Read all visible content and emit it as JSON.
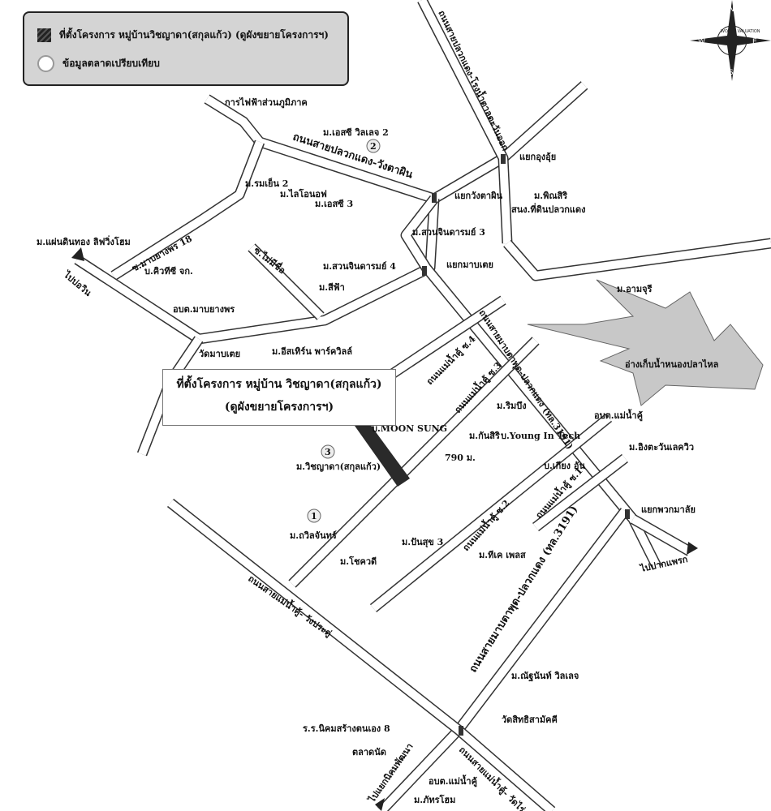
{
  "legend": {
    "project": "ที่ตั้งโครงการ หมู่บ้านวิชญาดา(สกุลแก้ว) (ดูผังขยายโครงการฯ)",
    "market": "ข้อมูลตลาดเปรียบเทียบ"
  },
  "compass": {
    "n": "N",
    "e": "E",
    "s": "S",
    "w": "W",
    "brand": "WORLD VALUATION"
  },
  "callout": {
    "line1": "ที่ตั้งโครงการ หมู่บ้าน วิชญาดา(สกุลแก้ว)",
    "line2": "(ดูผังขยายโครงการฯ)"
  },
  "roads": {
    "r1": "ถนนสายปลวกแดง-วังตาผิน",
    "r2": "ถนนสายปลวกแดง-โรงน้ำตาลตะวันออก",
    "r3": "ถนนสายมาบตาพุด-ปลวกแดง (ทล.3191)",
    "r4": "ถนนสายแม่น้ำคู้- วังประตู่",
    "r5": "ถนนสายแม่น้ำคู้- วัดไร่",
    "s18": "ซ.มาบยางพร 18",
    "smai": "ซ.ไม่มีชื่อ",
    "s4": "ถนนแม่น้ำคู้ ซ.4",
    "s3": "ถนนแม่น้ำคู้ ซ.3",
    "s2": "ถนนแม่น้ำคู้ ซ.2",
    "s1": "ถนนแม่น้ำคู้ ซ.1",
    "to_bowin": "ไปบ่อวิน",
    "to_paknam": "ไปปากแพรก",
    "to_nikhom": "ไปแยกนิคมพัฒนา"
  },
  "junctions": {
    "j1": "แยกวังตาผิน",
    "j2": "แยกอุงอุ้ย",
    "j3": "แยกมาบเตย",
    "j4": "แยกพวกมาลัย"
  },
  "places": [
    "การไฟฟ้าส่วนภูมิภาค",
    "ม.เอสซี วิลเลจ 2",
    "ม.รมเย็น 2",
    "ม.ไลโอนอฟ",
    "ม.เอสซี 3",
    "ม.พิณสิริ",
    "สนง.ที่ดินปลวกแดง",
    "ม.สวนจินดารมย์ 3",
    "ม.สวนจินดารมย์ 4",
    "ม.สีฟ้า",
    "ม.แผ่นดินทอง ลิฟวิ่งโฮม",
    "บ.คิวทีซี จก.",
    "อบต.มาบยางพร",
    "วัดมาบเตย",
    "ม.อีสเทิร์น พาร์ควิลล์",
    "ม.อามจุรี",
    "อ่างเก็บน้ำหนองปลาไหล",
    "ม.ริมบึง",
    "อบต.แม่น้ำคู้",
    "บ.MOON SUNG",
    "ม.กันสิริ",
    "บ.Young In Tech",
    "790 ม.",
    "บ.เกียง อัน",
    "ม.อิงตะวันเลควิว",
    "ม.วิชญาดา(สกุลแก้ว)",
    "ม.ถวิลจันทร์",
    "ม.โชควดี",
    "ม.ปันสุข 3",
    "ม.ทีเค เพลส",
    "ม.ณัฐนันท์ วิลเลจ",
    "วัดสิทธิสามัคคี",
    "ร.ร.นิคมสร้างตนเอง 8",
    "ตลาดนัด",
    "อบต.แม่น้ำคู้",
    "ม.ภัทรโฮม"
  ],
  "markers": [
    "1",
    "2",
    "3"
  ]
}
